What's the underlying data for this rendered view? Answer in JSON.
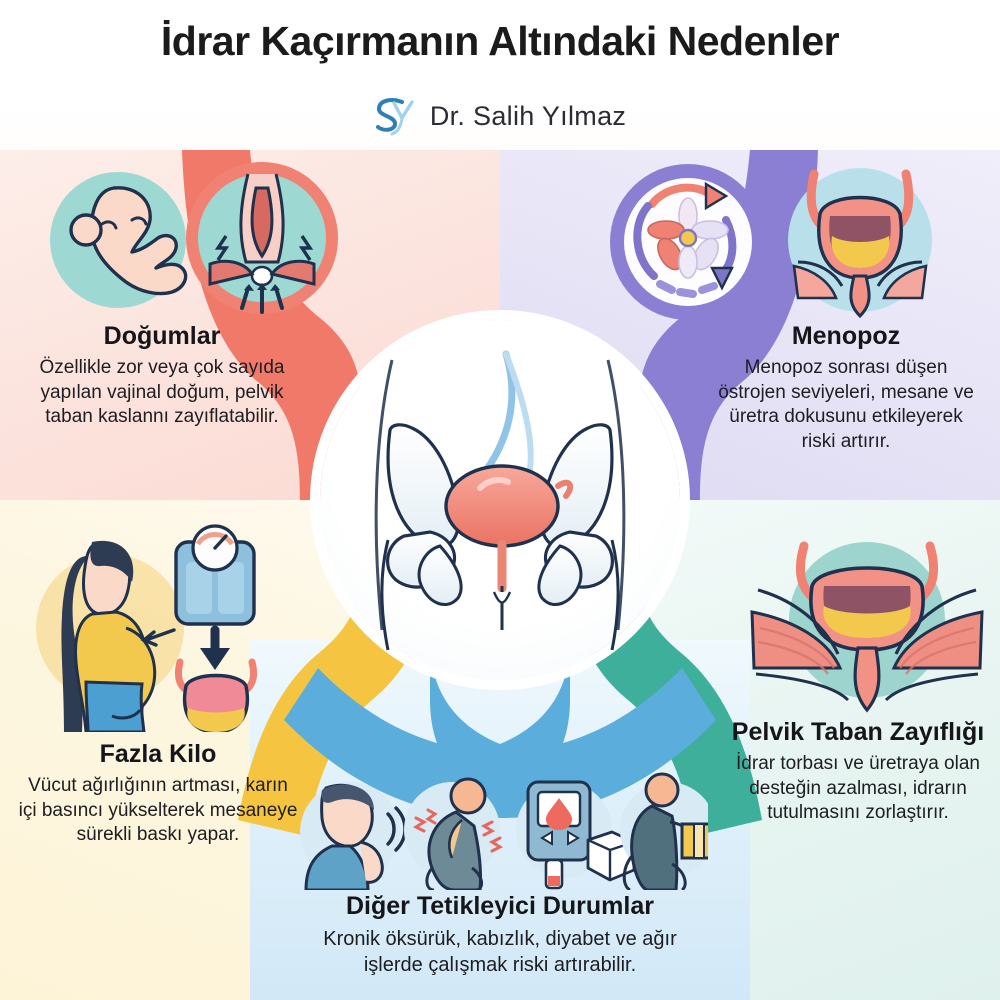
{
  "header": {
    "title": "İdrar Kaçırmanın Altındaki Nedenler",
    "brand_name": "Dr. Salih Yılmaz",
    "brand_monogram": "SY"
  },
  "center": {
    "illustration_name": "pelvis-bladder-anatomy"
  },
  "sections": [
    {
      "id": "dogumlar",
      "position": "top-left",
      "heading": "Doğumlar",
      "body": "Özellikle zor veya çok sayıda yapılan vajinal doğum, pelvik taban kaslannı zayıflatabilir.",
      "band_color": "#F0796A",
      "wash_color": "#FCE2DC",
      "icons": [
        "fetus-icon",
        "pelvic-floor-diagram-icon"
      ]
    },
    {
      "id": "menopoz",
      "position": "top-right",
      "heading": "Menopoz",
      "body": "Menopoz sonrası düşen östrojen seviyeleri, mesane ve üretra dokusunu etkileyerek riski artırır.",
      "band_color": "#8B7FD4",
      "wash_color": "#E6E3F6",
      "icons": [
        "hormone-cycle-flower-icon",
        "bladder-anatomy-icon"
      ]
    },
    {
      "id": "fazla-kilo",
      "position": "bottom-left",
      "heading": "Fazla Kilo",
      "body": "Vücut ağırlığının artması, karın içi basıncı yükselterek mesaneye sürekli baskı yapar.",
      "band_color": "#F5C542",
      "wash_color": "#FDF4D8",
      "icons": [
        "overweight-woman-icon",
        "weight-scale-icon",
        "pressed-bladder-icon"
      ]
    },
    {
      "id": "pelvik-taban-zayifligi",
      "position": "bottom-right",
      "heading": "Pelvik Taban Zayıflığı",
      "body": "İdrar torbası ve üretraya olan desteğin azalması, idrarın tutulmasını zorlaştırır.",
      "band_color": "#3DAF9B",
      "wash_color": "#DFF1ED",
      "icons": [
        "weak-pelvic-floor-bladder-icon"
      ]
    },
    {
      "id": "diger-tetikleyici-durumlar",
      "position": "bottom-center",
      "heading": "Diğer Tetikleyici Durumlar",
      "body": "Kronik öksürük, kabızlık, diyabet ve ağır işlerde çalışmak riski artırabilir.",
      "band_color": "#5BAEDC",
      "wash_color": "#D2E8F7",
      "icons": [
        "coughing-person-icon",
        "constipation-pain-icon",
        "glucose-meter-icon",
        "heavy-lifting-icon"
      ]
    }
  ],
  "palette": {
    "title_text": "#1B1B1B",
    "body_text": "#1D1D22",
    "background": "#FFFFFF",
    "brand_blue": "#2E7FB8",
    "bladder_pink": "#F08A7E",
    "urine_yellow": "#F2C94C",
    "outline_navy": "#20314D"
  }
}
